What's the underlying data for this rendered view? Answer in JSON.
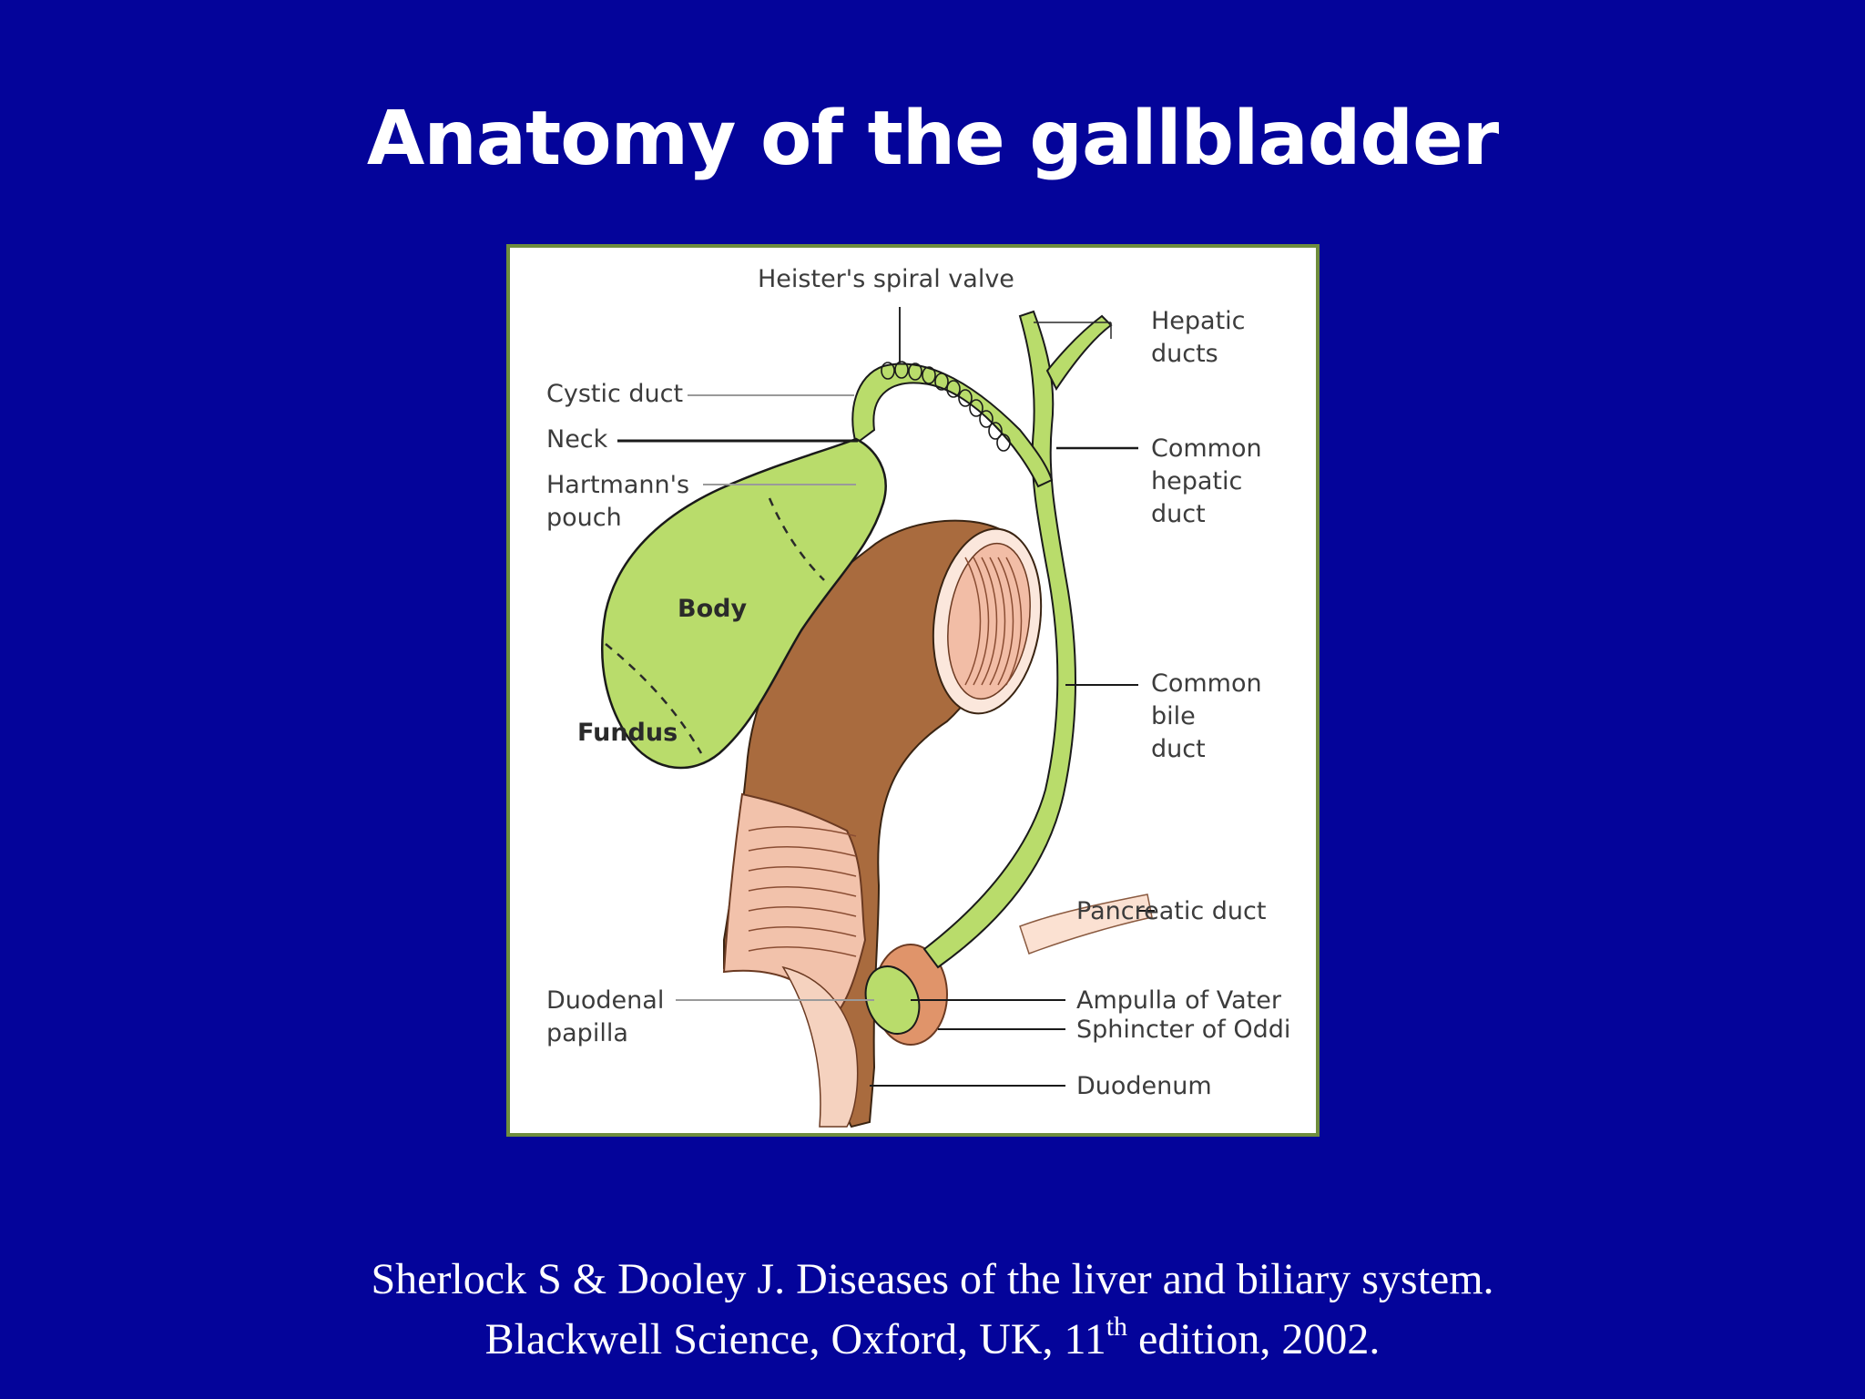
{
  "slide": {
    "title": "Anatomy of the gallbladder"
  },
  "diagram": {
    "labels": {
      "heister": "Heister's spiral valve",
      "hepatic_ducts_1": "Hepatic",
      "hepatic_ducts_2": "ducts",
      "cystic_duct": "Cystic duct",
      "neck": "Neck",
      "hartmann_1": "Hartmann's",
      "hartmann_2": "pouch",
      "common_hepatic_1": "Common",
      "common_hepatic_2": "hepatic",
      "common_hepatic_3": "duct",
      "body": "Body",
      "fundus": "Fundus",
      "common_bile_1": "Common",
      "common_bile_2": "bile",
      "common_bile_3": "duct",
      "pancreatic_duct": "Pancreatic duct",
      "duodenal_papilla_1": "Duodenal",
      "duodenal_papilla_2": "papilla",
      "ampulla": "Ampulla of Vater",
      "sphincter": "Sphincter of Oddi",
      "duodenum": "Duodenum"
    },
    "colors": {
      "background": "#04049a",
      "gallbladder": "#b9dc6b",
      "gallbladder_outline": "#1a1a1a",
      "duodenum_brown": "#a96b3e",
      "mucosa_pink": "#f2c2ab",
      "frame_border": "#6f8d3e"
    }
  },
  "citation": {
    "line1": "Sherlock S  & Dooley J.  Diseases of the liver and biliary system.",
    "line2_a": "Blackwell Science, Oxford, UK, 11",
    "line2_sup": "th",
    "line2_b": " edition, 2002."
  }
}
